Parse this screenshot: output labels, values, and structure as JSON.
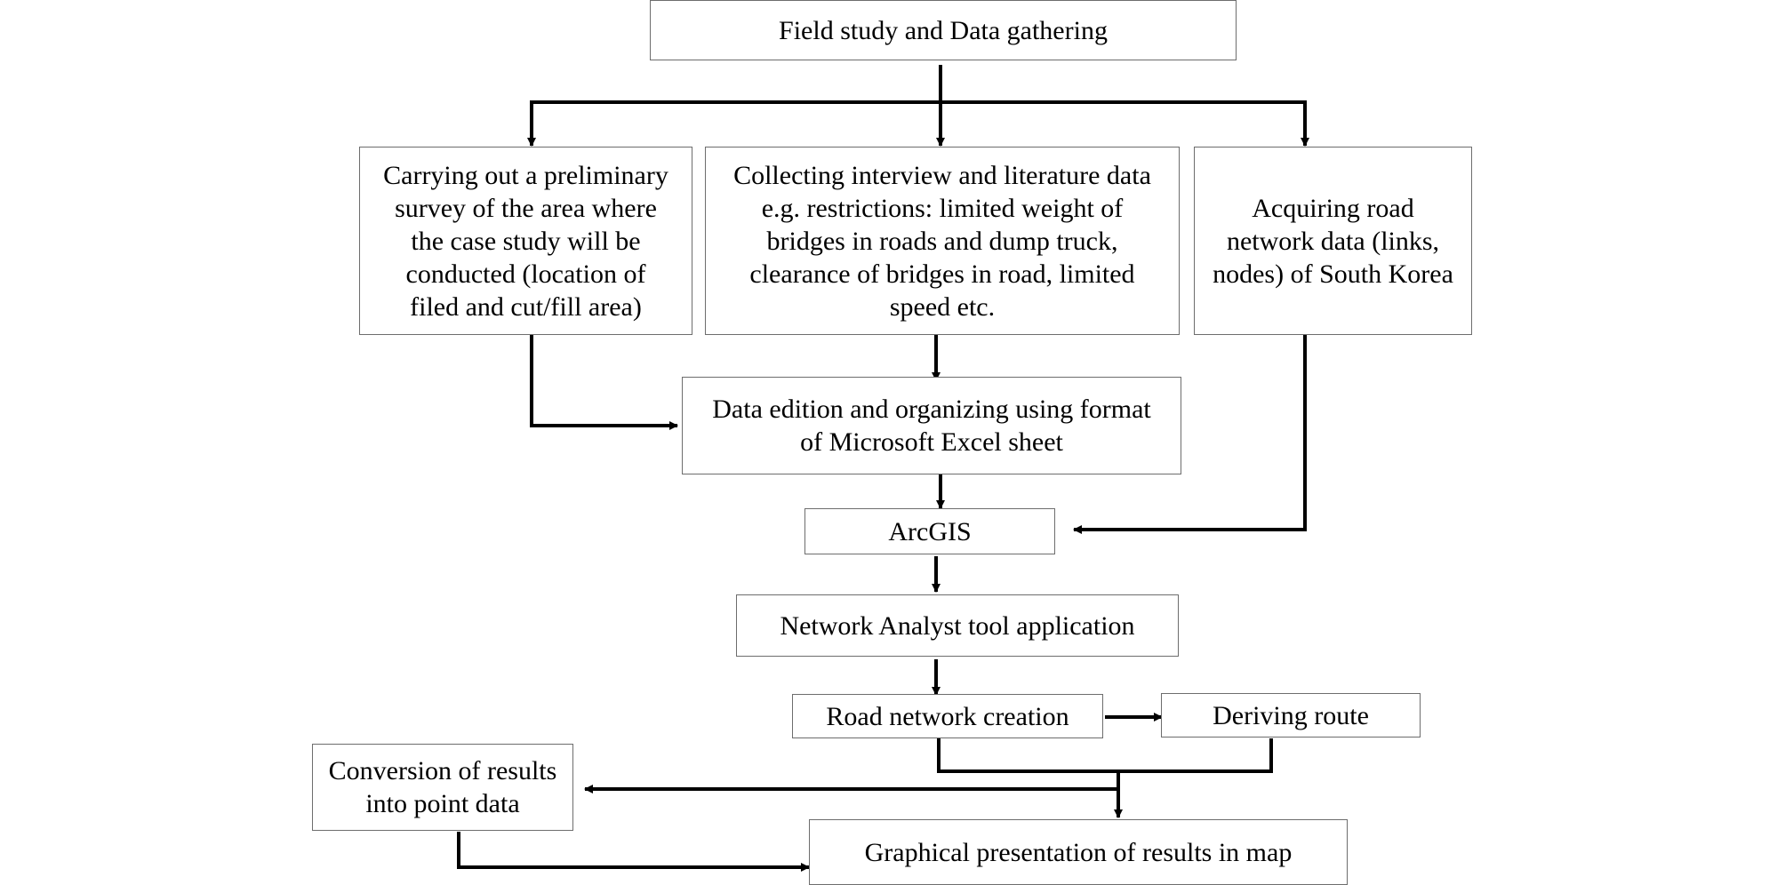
{
  "boxes": {
    "field_study": "Field study and Data gathering",
    "preliminary_survey": "Carrying out a preliminary\nsurvey of the area where\nthe case study will be\nconducted (location of\nfiled and cut/fill area)",
    "interview_data": "Collecting interview and literature data\ne.g. restrictions: limited weight of\nbridges in roads and dump truck,\nclearance of bridges in road, limited\nspeed etc.",
    "road_network_data": "Acquiring  road\nnetwork data (links,\nnodes) of South Korea",
    "data_edition": "Data edition and organizing using format\nof Microsoft  Excel sheet",
    "arcgis": "ArcGIS",
    "network_analyst": "Network Analyst tool application",
    "road_network_creation": "Road network creation",
    "deriving_route": "Deriving route",
    "conversion": "Conversion of results\ninto point data",
    "graphical_presentation": "Graphical presentation of results in map"
  }
}
